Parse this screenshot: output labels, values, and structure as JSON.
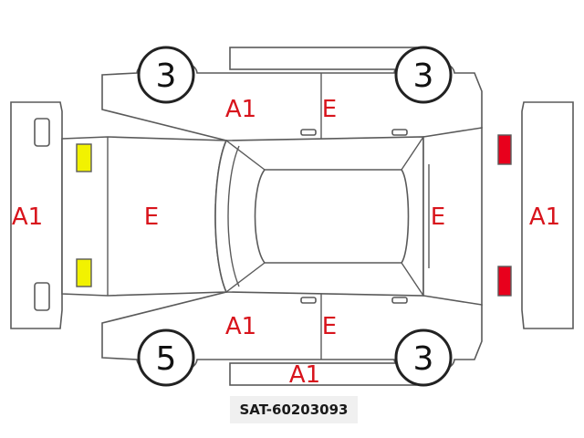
{
  "diagram": {
    "colors": {
      "damage_text": "#d8141c",
      "outline": "#5a5a5a",
      "headlight_fill": "#f2f200",
      "taillight_fill": "#e8001c"
    },
    "tires": {
      "front_left": "3",
      "front_right": "3",
      "rear_left": "5",
      "rear_right": "3"
    },
    "marks": {
      "front_bumper": "A1",
      "hood": "E",
      "rear_panel": "E",
      "rear_bumper": "A1",
      "top_front_door": "A1",
      "top_rear_door": "E",
      "bottom_front_door": "A1",
      "bottom_rear_door": "E",
      "bottom_rocker": "A1"
    },
    "code": "SAT-60203093"
  }
}
